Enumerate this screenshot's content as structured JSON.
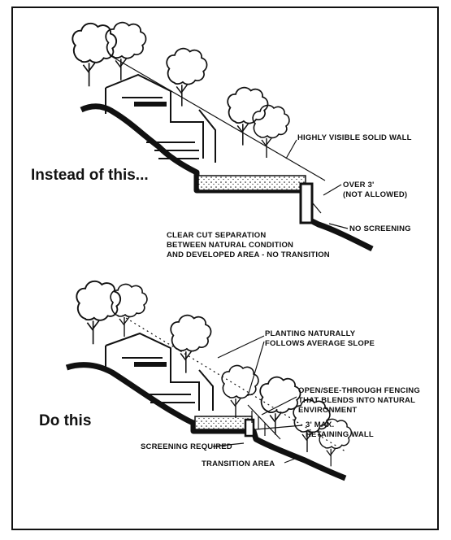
{
  "top_section": {
    "heading": "Instead of this...",
    "labels": {
      "solid_wall": "HIGHLY VISIBLE SOLID WALL",
      "over_3_line1": "OVER 3'",
      "over_3_line2": "(NOT ALLOWED)",
      "no_screening": "NO SCREENING",
      "clear_cut_line1": "CLEAR CUT SEPARATION",
      "clear_cut_line2": "BETWEEN NATURAL CONDITION",
      "clear_cut_line3": "AND DEVELOPED AREA - NO TRANSITION"
    }
  },
  "bottom_section": {
    "heading": "Do this",
    "labels": {
      "planting_line1": "PLANTING NATURALLY",
      "planting_line2": "FOLLOWS AVERAGE SLOPE",
      "fencing_line1": "OPEN/SEE-THROUGH FENCING",
      "fencing_line2": "THAT BLENDS INTO NATURAL",
      "fencing_line3": "ENVIRONMENT",
      "max_line1": "3' MAX.",
      "max_line2": "RETAINING WALL",
      "screening": "SCREENING REQUIRED",
      "transition": "TRANSITION AREA"
    }
  }
}
